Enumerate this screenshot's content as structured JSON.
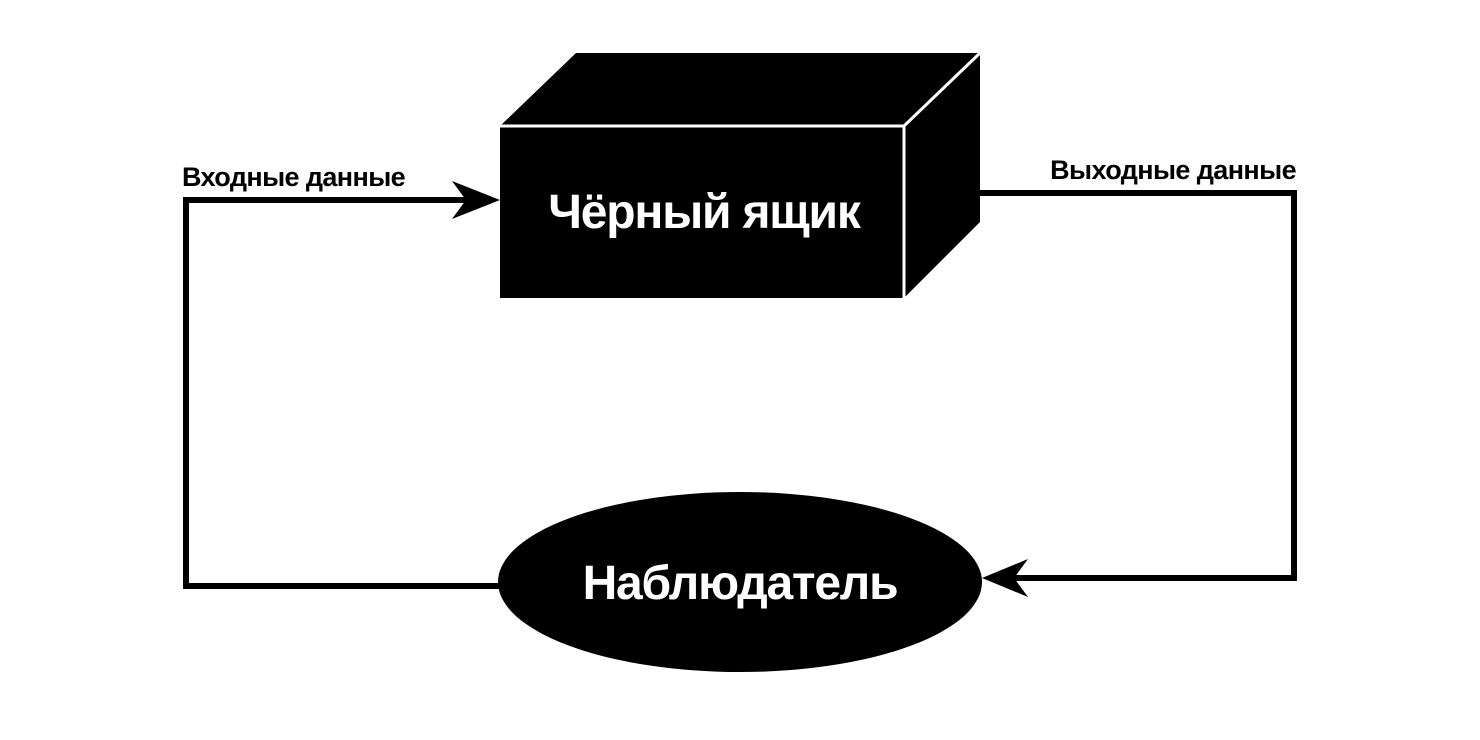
{
  "diagram": {
    "nodes": {
      "black_box": {
        "label": "Чёрный ящик",
        "shape": "box-3d",
        "fill": "#000000",
        "text_color": "#ffffff"
      },
      "observer": {
        "label": "Наблюдатель",
        "shape": "ellipse",
        "fill": "#000000",
        "text_color": "#ffffff"
      }
    },
    "edges": {
      "input": {
        "label": "Входные данные",
        "from": "observer",
        "to": "black_box"
      },
      "output": {
        "label": "Выходные данные",
        "from": "black_box",
        "to": "observer"
      }
    },
    "colors": {
      "background": "#ffffff",
      "stroke": "#000000",
      "face_edge": "#ffffff"
    }
  }
}
